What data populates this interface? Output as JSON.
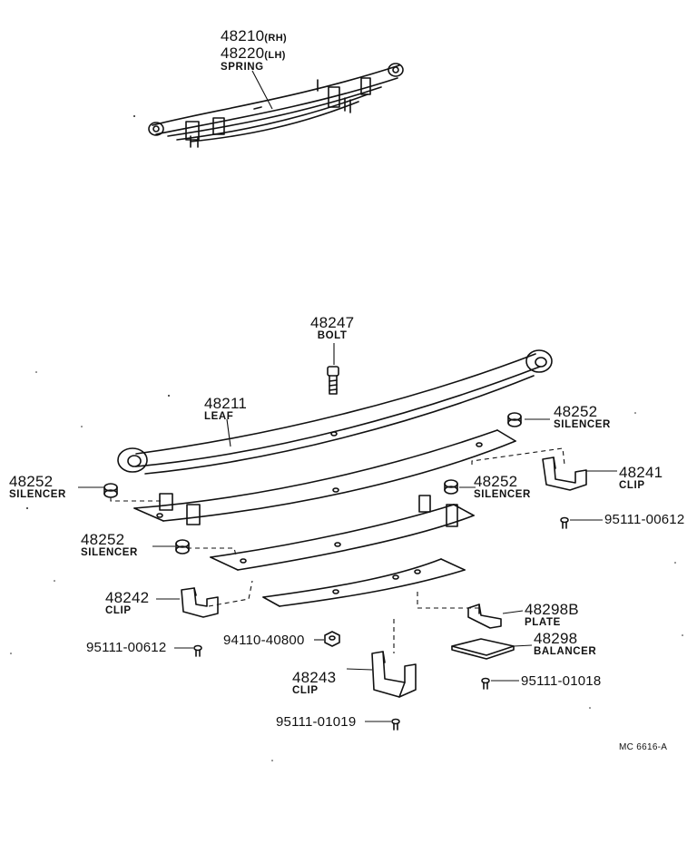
{
  "labels": {
    "spring": {
      "num1": "48210",
      "suf1": "(RH)",
      "num2": "48220",
      "suf2": "(LH)",
      "name": "SPRING"
    },
    "bolt": {
      "num": "48247",
      "name": "BOLT"
    },
    "leaf": {
      "num": "48211",
      "name": "LEAF"
    },
    "silencer_right_top": {
      "num": "48252",
      "name": "SILENCER"
    },
    "silencer_left": {
      "num": "48252",
      "name": "SILENCER"
    },
    "silencer_mid": {
      "num": "48252",
      "name": "SILENCER"
    },
    "silencer_lower": {
      "num": "48252",
      "name": "SILENCER"
    },
    "clip_48241": {
      "num": "48241",
      "name": "CLIP"
    },
    "bolt_95111_00612_right": {
      "num": "95111-00612"
    },
    "clip_48242": {
      "num": "48242",
      "name": "CLIP"
    },
    "plate": {
      "num": "48298B",
      "name": "PLATE"
    },
    "nut": {
      "num": "94110-40800"
    },
    "bolt_95111_00612_left": {
      "num": "95111-00612"
    },
    "balancer": {
      "num": "48298",
      "name": "BALANCER"
    },
    "clip_48243": {
      "num": "48243",
      "name": "CLIP"
    },
    "bolt_95111_01018": {
      "num": "95111-01018"
    },
    "bolt_95111_01019": {
      "num": "95111-01019"
    },
    "figure_ref": "MC 6616-A"
  },
  "colors": {
    "line": "#111111",
    "paper": "#ffffff"
  }
}
